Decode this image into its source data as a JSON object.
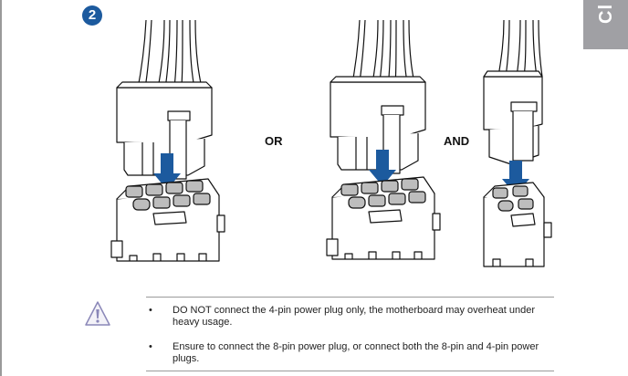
{
  "side_tab": {
    "label": "Cl"
  },
  "step": {
    "number": "2"
  },
  "diagram": {
    "connectors": [
      {
        "name": "8-pin cable plug into 8-pin header"
      },
      {
        "name": "8-pin cable plug into 8-pin header"
      },
      {
        "name": "4-pin cable plug into 4-pin header"
      }
    ],
    "separator_or": "OR",
    "separator_and": "AND",
    "arrow_color": "#1c5a9e",
    "pin_color": "#bdbdbd"
  },
  "notes": {
    "icon": "warning-triangle-icon",
    "items": [
      {
        "bullet": "•",
        "text": "DO NOT connect the 4-pin power plug only, the motherboard may overheat under heavy usage."
      },
      {
        "bullet": "•",
        "text": "Ensure to connect the 8-pin power plug, or connect both the 8-pin and 4-pin power plugs."
      }
    ]
  }
}
